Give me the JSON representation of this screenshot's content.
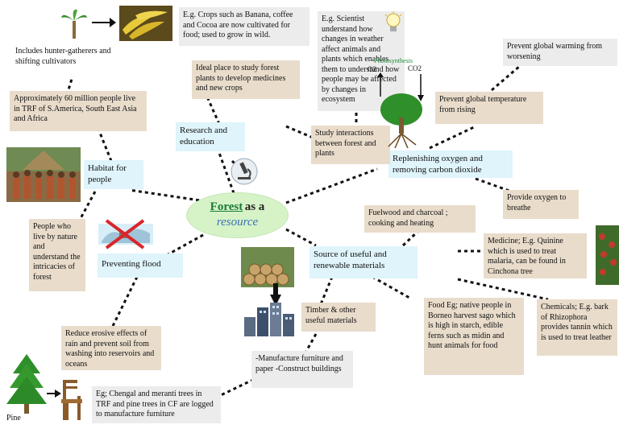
{
  "center": {
    "word1": "Forest",
    "word2": "as a",
    "word3": "resource"
  },
  "branches": {
    "research": "Research and education",
    "habitat": "Habitat for people",
    "flood": "Preventing flood",
    "replenish": "Replenishing oxygen and removing carbon dioxide",
    "source": "Source of useful and renewable materials"
  },
  "notes": {
    "hunter": "Includes hunter-gatherers and shifting cultivators",
    "million": "Approximately 60 million people live in TRF of S.America, South East Asia and Africa",
    "people_live": "People who live by nature and understand the intricacies of forest",
    "reduce": "Reduce erosive effects of rain and prevent soil from washing into reservoirs and oceans",
    "chengal": "Eg; Chengal and meranti trees in TRF and pine trees in CF are logged to manufacture furniture",
    "crops": "E.g. Crops such as Banana, coffee and Cocoa are now cultivated for food; used to grow in wild.",
    "ideal": "Ideal place to study forest plants to develop medicines and new crops",
    "scientist": "E.g. Scientist understand how changes in weather affect animals and plants which enables them to understand how people may be affected by changes in ecosystem",
    "study": "Study interactions between forest and plants",
    "prevent_warming": "Prevent global warming from worsening",
    "prevent_temp": "Prevent global temperature from rising",
    "oxygen": "Provide oxygen to breathe",
    "fuelwood": "Fuelwood and charcoal ; cooking and heating",
    "medicine": "Medicine; E.g. Quinine which is used to treat malaria, can be found in Cinchona tree",
    "chemicals": "Chemicals; E.g. bark of Rhizophora provides tannin which is used to treat leather",
    "food": "Food Eg; native people in Borneo harvest sago which is high in starch, edible ferns such as midin and hunt animals for food",
    "timber": "Timber & other useful materials",
    "manufacture": "-Manufacture furniture and paper -Construct buildings"
  },
  "labels": {
    "pine": "Pine",
    "photosynthesis": "Photosynthesis",
    "o2": "O2",
    "co2": "CO2"
  },
  "icons": [
    "banana-tree-icon",
    "arrow-right-icon",
    "bananas-icon",
    "lightbulb-icon",
    "tree-roots-icon",
    "microscope-icon",
    "tribe-photo",
    "flood-map-icon",
    "logs-photo",
    "buildings-icon",
    "fruit-photo",
    "pine-tree-icon",
    "chair-icon"
  ],
  "colors": {
    "tan": "#e9dccb",
    "grey": "#ececec",
    "blue": "#dff4fb",
    "center_fill": "#d6f3c8",
    "forest_word": "#1a7a3a",
    "resource_word": "#3a6fb5"
  }
}
